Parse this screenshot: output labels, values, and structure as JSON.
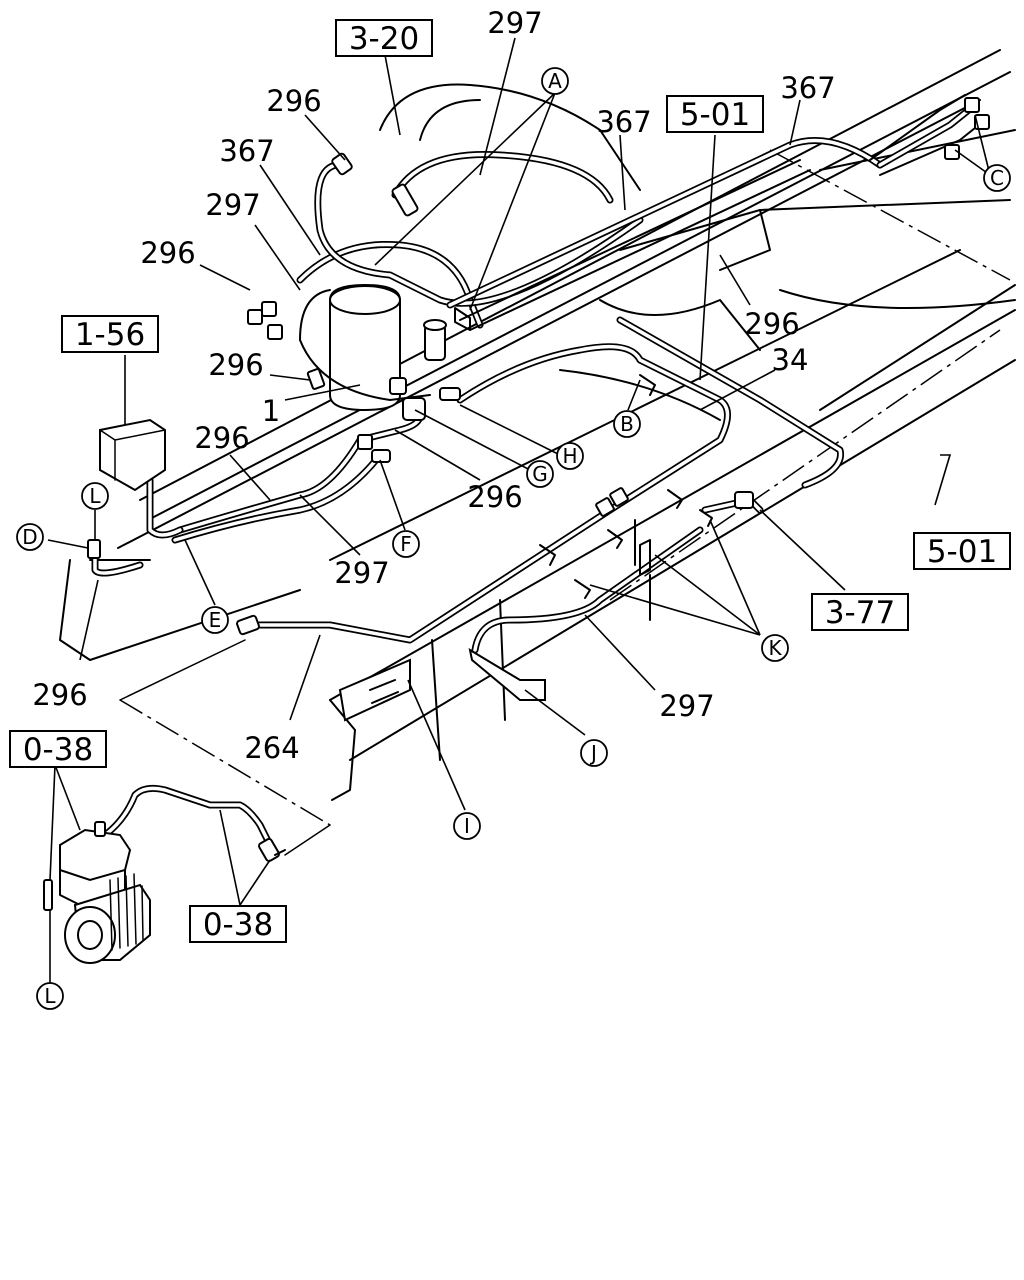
{
  "ref_boxes": [
    {
      "id": "ref-3-20-top",
      "label": "3-20"
    },
    {
      "id": "ref-5-01-top",
      "label": "5-01"
    },
    {
      "id": "ref-1-56",
      "label": "1-56"
    },
    {
      "id": "ref-5-01-right",
      "label": "5-01"
    },
    {
      "id": "ref-3-77",
      "label": "3-77"
    },
    {
      "id": "ref-0-38-left",
      "label": "0-38"
    },
    {
      "id": "ref-0-38-bottom",
      "label": "0-38"
    }
  ],
  "part_numbers": [
    {
      "id": "297-top",
      "label": "297"
    },
    {
      "id": "367-right",
      "label": "367"
    },
    {
      "id": "296-top",
      "label": "296"
    },
    {
      "id": "367-middle",
      "label": "367"
    },
    {
      "id": "367-left",
      "label": "367"
    },
    {
      "id": "297-left",
      "label": "297"
    },
    {
      "id": "296-left-upper",
      "label": "296"
    },
    {
      "id": "296-right-upper",
      "label": "296"
    },
    {
      "id": "34",
      "label": "34"
    },
    {
      "id": "296-left-middle",
      "label": "296"
    },
    {
      "id": "1",
      "label": "1"
    },
    {
      "id": "296-left-lower",
      "label": "296"
    },
    {
      "id": "296-center",
      "label": "296"
    },
    {
      "id": "297-center",
      "label": "297"
    },
    {
      "id": "296-bottom-left",
      "label": "296"
    },
    {
      "id": "297-bottom-right",
      "label": "297"
    },
    {
      "id": "264",
      "label": "264"
    }
  ],
  "callouts": [
    {
      "id": "A",
      "label": "A"
    },
    {
      "id": "C",
      "label": "C"
    },
    {
      "id": "B",
      "label": "B"
    },
    {
      "id": "H",
      "label": "H"
    },
    {
      "id": "G",
      "label": "G"
    },
    {
      "id": "F",
      "label": "F"
    },
    {
      "id": "D",
      "label": "D"
    },
    {
      "id": "L-upper",
      "label": "L"
    },
    {
      "id": "E",
      "label": "E"
    },
    {
      "id": "K",
      "label": "K"
    },
    {
      "id": "J",
      "label": "J"
    },
    {
      "id": "I",
      "label": "I"
    },
    {
      "id": "L-lower",
      "label": "L"
    }
  ]
}
